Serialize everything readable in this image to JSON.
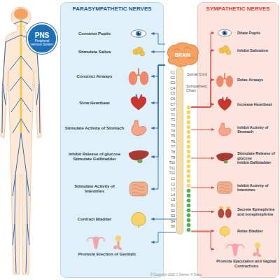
{
  "diagram": {
    "nodes": [
      {
        "text": [
          "PNS",
          "Peripheral nervous System"
        ]
      },
      {
        "text": [
          "PARASYMPATHETIC NERVES"
        ]
      },
      {
        "text": [
          "Constrict Pupils"
        ],
        "in": 1
      },
      {
        "text": [
          "Stimulate Saliva"
        ],
        "in": 1
      },
      {
        "text": [
          "Constrict Airways"
        ],
        "in": 1
      },
      {
        "text": [
          "Slow Heartbeat"
        ],
        "in": 1
      },
      {
        "text": [
          "Stimulate Activity of Stomach"
        ],
        "in": 1
      },
      {
        "text": [
          "Inhibit Release of glucose",
          "Stimulate Gallbladder"
        ],
        "in": 1
      },
      {
        "text": [
          "Stimulate Activity of Intestines"
        ],
        "in": 1
      },
      {
        "text": [
          "Contract Bladder"
        ],
        "in": 1
      },
      {
        "text": [
          "Promote Erection of Genitals"
        ],
        "in": 1
      },
      {
        "text": [
          "BRAIN"
        ]
      },
      {
        "text": [
          "Spinal Cord"
        ]
      },
      {
        "text": [
          "Sympathetic Chain"
        ]
      },
      {
        "text": [
          "SYMPATHETIC NERVES"
        ]
      },
      {
        "text": [
          "Dilate Pupils"
        ],
        "in": 14
      },
      {
        "text": [
          "Inhibit Salivation"
        ],
        "in": 14
      },
      {
        "text": [
          "Relax Airways"
        ],
        "in": 14
      },
      {
        "text": [
          "Increase Heartbeat"
        ],
        "in": 14
      },
      {
        "text": [
          "Inhibit Activity of Stomach"
        ],
        "in": 14
      },
      {
        "text": [
          "Stimulate Release of glucose",
          "Inhibit Gallbladder"
        ],
        "in": 14
      },
      {
        "text": [
          "Inhibit Activity of Intestines"
        ],
        "in": 14
      },
      {
        "text": [
          "Secrete Epinephrine and norepinephrine"
        ],
        "in": 14
      },
      {
        "text": [
          "Relax Bladder"
        ],
        "in": 14
      },
      {
        "text": [
          "Promote Ejaculation and Vaginal Contractions"
        ],
        "in": 14
      }
    ],
    "edges": [
      {
        "from": 11,
        "to": 2,
        "arrow": "to"
      },
      {
        "from": 11,
        "to": 3,
        "arrow": "to"
      },
      {
        "from": 11,
        "to": 4,
        "arrow": "to"
      },
      {
        "from": 11,
        "to": 5,
        "arrow": "to"
      },
      {
        "from": 11,
        "to": 6,
        "arrow": "to"
      },
      {
        "from": 11,
        "to": 7,
        "arrow": "to"
      },
      {
        "from": 11,
        "to": 8,
        "arrow": "to"
      },
      {
        "from": 12,
        "to": 9,
        "arrow": "to"
      },
      {
        "from": 12,
        "to": 10,
        "arrow": "to"
      },
      {
        "from": 13,
        "to": 15,
        "arrow": "to"
      },
      {
        "from": 13,
        "to": 16,
        "arrow": "to"
      },
      {
        "from": 13,
        "to": 17,
        "arrow": "to"
      },
      {
        "from": 13,
        "to": 18,
        "arrow": "to"
      },
      {
        "from": 13,
        "to": 19,
        "arrow": "to"
      },
      {
        "from": 13,
        "to": 20,
        "arrow": "to"
      },
      {
        "from": 13,
        "to": 21,
        "arrow": "to"
      },
      {
        "from": 13,
        "to": 22,
        "arrow": "to"
      },
      {
        "from": 13,
        "to": 23,
        "arrow": "to"
      },
      {
        "from": 13,
        "to": 24,
        "arrow": "to"
      }
    ],
    "labels": [
      "© Copyright 2020 J. Steiner, F. Daou",
      "C1",
      "C2",
      "C3",
      "C4",
      "C5",
      "C6",
      "C7",
      "C8",
      "T1",
      "T2",
      "T3",
      "T4",
      "T5",
      "T6",
      "T7",
      "T8",
      "T9",
      "T10",
      "T11",
      "T12",
      "L1",
      "L2",
      "L3",
      "L4",
      "L5",
      "S1",
      "S2",
      "S3",
      "S4",
      "S5"
    ]
  }
}
